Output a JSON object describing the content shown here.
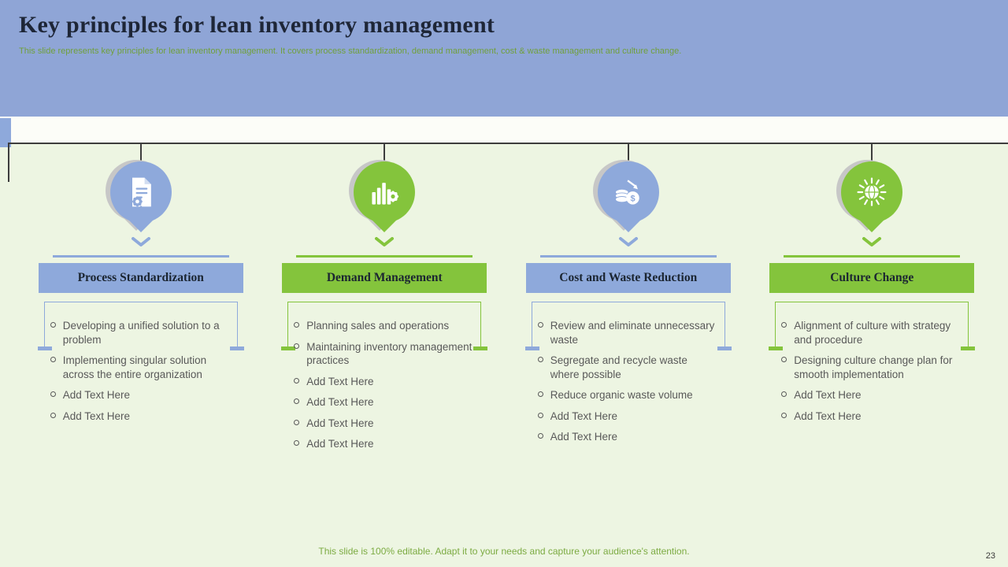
{
  "slide": {
    "title": "Key principles for lean inventory management",
    "subtitle": "This slide represents key principles for lean inventory management. It covers process standardization, demand management, cost & waste management and culture change.",
    "footer": "This slide is 100% editable. Adapt it to your needs and capture your audience's attention.",
    "page_number": "23"
  },
  "colors": {
    "header_bg": "#8fa5d6",
    "slide_bg": "#edf5e2",
    "blue": "#8ea9db",
    "green": "#84c43c",
    "timeline": "#3d3d3d",
    "title_text": "#1e2637",
    "subtitle_green": "#70a03c",
    "bar_text": "#1b2531",
    "body_text": "#595959",
    "footer_green": "#7cab42"
  },
  "columns": [
    {
      "title": "Process Standardization",
      "accent": "blue",
      "icon": "document-gear-icon",
      "bullets": [
        "Developing a unified solution to a problem",
        "Implementing singular solution across the entire organization",
        "Add Text Here",
        "Add Text Here"
      ]
    },
    {
      "title": "Demand Management",
      "accent": "green",
      "icon": "bar-chart-gear-icon",
      "bullets": [
        "Planning sales and operations",
        "Maintaining inventory management practices",
        "Add Text Here",
        "Add Text Here",
        "Add Text Here",
        "Add Text Here"
      ]
    },
    {
      "title": "Cost and Waste Reduction",
      "accent": "blue",
      "icon": "coins-decrease-icon",
      "bullets": [
        "Review and eliminate unnecessary waste",
        "Segregate and recycle waste where possible",
        "Reduce  organic waste volume",
        "Add Text Here",
        "Add Text Here"
      ]
    },
    {
      "title": "Culture Change",
      "accent": "green",
      "icon": "globe-network-icon",
      "bullets": [
        "Alignment of culture with strategy and procedure",
        "Designing culture change plan for smooth implementation",
        "Add Text Here",
        "Add Text Here"
      ]
    }
  ]
}
